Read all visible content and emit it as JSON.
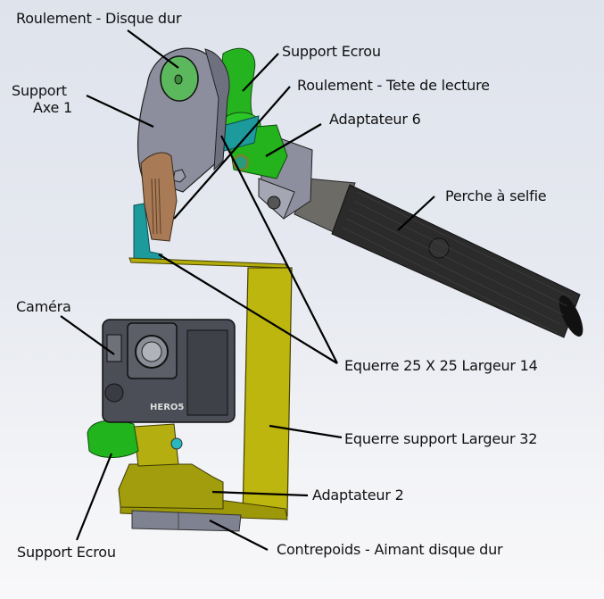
{
  "diagram": {
    "type": "annotated-cad-assembly",
    "colors": {
      "grey_part": "#8a8c9c",
      "green_part": "#22b41c",
      "bearing_green": "#5cb85c",
      "teal_part": "#1a9a9a",
      "yellow_part": "#b3ad0c",
      "bronze_part": "#a87a55",
      "black_handle": "#2a2a2a",
      "camera_body": "#4a4c55",
      "leader_line": "#000000"
    },
    "labels": {
      "roulement_disque_dur": "Roulement - Disque dur",
      "support_axe_1_line1": "Support",
      "support_axe_1_line2": "Axe 1",
      "support_ecrou_top": "Support Ecrou",
      "roulement_tete_lecture": "Roulement - Tete de lecture",
      "adaptateur_6": "Adaptateur 6",
      "perche_selfie": "Perche à selfie",
      "camera": "Caméra",
      "equerre_25": "Equerre 25 X 25 Largeur 14",
      "equerre_support": "Equerre support Largeur 32",
      "adaptateur_2": "Adaptateur 2",
      "support_ecrou_bottom": "Support Ecrou",
      "contrepoids": "Contrepoids - Aimant disque dur"
    },
    "camera_text": "HERO5"
  }
}
